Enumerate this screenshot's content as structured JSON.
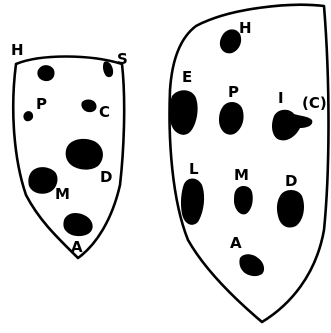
{
  "left_shape": {
    "labels": {
      "h": "H",
      "s": "S",
      "p": "P",
      "c": "C",
      "d": "D",
      "m": "M",
      "a": "A"
    }
  },
  "right_shape": {
    "labels": {
      "h": "H",
      "e": "E",
      "p": "P",
      "i": "I",
      "c": "(C)",
      "l": "L",
      "m": "M",
      "d": "D",
      "a": "A"
    }
  }
}
